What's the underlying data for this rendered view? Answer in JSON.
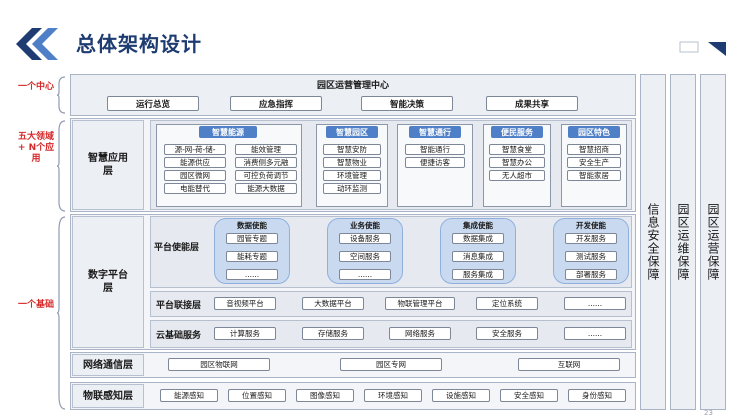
{
  "page": {
    "title": "总体架构设计"
  },
  "annotations": {
    "top": "一个中心",
    "mid": "五大领域 + N个应用",
    "bottom": "一个基础"
  },
  "center": {
    "title": "园区运营管理中心",
    "items": [
      "运行总览",
      "应急指挥",
      "智能决策",
      "成果共享"
    ]
  },
  "smart_app": {
    "label": "智慧应用层",
    "energy": {
      "title": "智慧能源",
      "left": [
        "源-网-荷-储-",
        "能源供应",
        "园区微网",
        "电能替代"
      ],
      "right": [
        "能效管理",
        "消费侧多元融",
        "可控负荷调节",
        "能源大数据"
      ]
    },
    "park": {
      "title": "智慧园区",
      "items": [
        "智慧安防",
        "智慧物业",
        "环境管理",
        "动环监测"
      ]
    },
    "traffic": {
      "title": "智慧通行",
      "items": [
        "智能通行",
        "便捷访客"
      ]
    },
    "people": {
      "title": "便民服务",
      "items": [
        "智慧食堂",
        "智慧办公",
        "无人超市"
      ]
    },
    "feature": {
      "title": "园区特色",
      "items": [
        "智慧招商",
        "安全生产",
        "智能家居"
      ]
    }
  },
  "digital": {
    "label": "数字平台层",
    "enable_label": "平台使能层",
    "modules": [
      {
        "title": "数据使能",
        "items": [
          "园管专题",
          "能耗专题",
          "......"
        ]
      },
      {
        "title": "业务使能",
        "items": [
          "设备服务",
          "空间服务",
          "......"
        ]
      },
      {
        "title": "集成使能",
        "items": [
          "数据集成",
          "消息集成",
          "服务集成"
        ]
      },
      {
        "title": "开发使能",
        "items": [
          "开发服务",
          "测试服务",
          "部署服务"
        ]
      }
    ],
    "link_label": "平台联接层",
    "link_items": [
      "音视频平台",
      "大数据平台",
      "物联管理平台",
      "定位系统",
      "......"
    ],
    "cloud_label": "云基础服务",
    "cloud_items": [
      "计算服务",
      "存储服务",
      "网络服务",
      "安全服务",
      "......"
    ]
  },
  "network": {
    "label": "网络通信层",
    "items": [
      "园区物联网",
      "园区专网",
      "互联网"
    ]
  },
  "iot": {
    "label": "物联感知层",
    "items": [
      "能源感知",
      "位置感知",
      "图像感知",
      "环境感知",
      "设施感知",
      "安全感知",
      "身份感知"
    ]
  },
  "side": [
    "信息安全保障",
    "园区运维保障",
    "园区运营保障"
  ],
  "page_number": "23"
}
